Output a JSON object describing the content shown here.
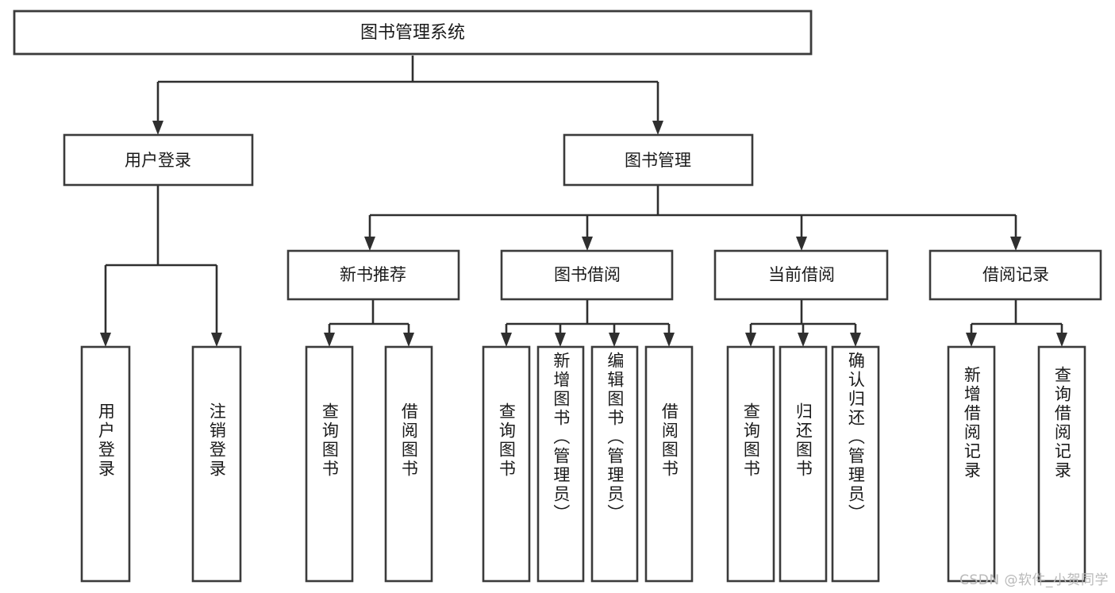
{
  "diagram": {
    "title": "图书管理系统",
    "type": "tree",
    "orientation": "top-down",
    "watermark": "CSDN @软件_小贺同学",
    "colors": {
      "box_fill": "#ffffff",
      "box_stroke": "#3b3b3b",
      "edge": "#2f2f2f",
      "text": "#1a1a1a",
      "watermark": "#b9b9b9",
      "background": "#ffffff"
    }
  },
  "nodes": {
    "root": {
      "label": "图书管理系统",
      "level": 1
    },
    "level2": [
      {
        "id": "user-login",
        "label": "用户登录"
      },
      {
        "id": "book-manage",
        "label": "图书管理"
      }
    ],
    "level3": [
      {
        "id": "new-book-recommend",
        "label": "新书推荐"
      },
      {
        "id": "book-borrow",
        "label": "图书借阅"
      },
      {
        "id": "current-borrow",
        "label": "当前借阅"
      },
      {
        "id": "borrow-record",
        "label": "借阅记录"
      }
    ],
    "leaves": {
      "user-login": [
        {
          "id": "leaf-user-login",
          "label": "用户登录"
        },
        {
          "id": "leaf-logout-login",
          "label": "注销登录"
        }
      ],
      "new-book-recommend": [
        {
          "id": "leaf-query-book-1",
          "label": "查询图书"
        },
        {
          "id": "leaf-borrow-book-1",
          "label": "借阅图书"
        }
      ],
      "book-borrow": [
        {
          "id": "leaf-query-book-2",
          "label": "查询图书"
        },
        {
          "id": "leaf-add-book",
          "label": "新增图书（管理员）"
        },
        {
          "id": "leaf-edit-book",
          "label": "编辑图书（管理员）"
        },
        {
          "id": "leaf-borrow-book-2",
          "label": "借阅图书"
        }
      ],
      "current-borrow": [
        {
          "id": "leaf-query-book-3",
          "label": "查询图书"
        },
        {
          "id": "leaf-return-book",
          "label": "归还图书"
        },
        {
          "id": "leaf-confirm-return",
          "label": "确认归还（管理员）"
        }
      ],
      "borrow-record": [
        {
          "id": "leaf-add-record",
          "label": "新增借阅记录"
        },
        {
          "id": "leaf-query-record",
          "label": "查询借阅记录"
        }
      ]
    }
  }
}
